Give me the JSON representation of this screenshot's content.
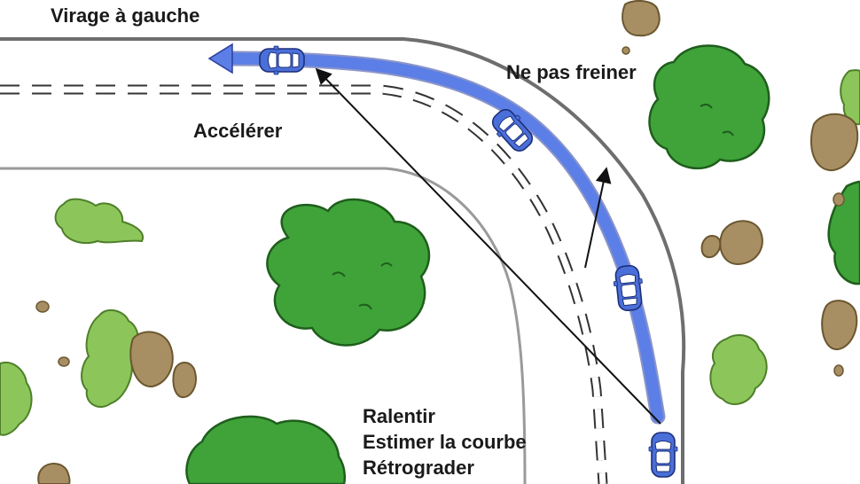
{
  "title": "Virage à gauche",
  "labels": {
    "accelerate": "Accélérer",
    "no_brake": "Ne pas freiner",
    "steps": [
      "Ralentir",
      "Estimer la courbe",
      "Rétrograder"
    ]
  },
  "colors": {
    "road_edge": "#6e6e6e",
    "path": "#5b7fe6",
    "car_body": "#4b6fd8",
    "tree_dark": "#3fa33a",
    "tree_light": "#8cc65a",
    "rock": "#a88f63",
    "arrow": "#111111"
  },
  "icons": [
    "car-icon",
    "tree-icon",
    "bush-icon",
    "rock-icon",
    "arrow-icon"
  ]
}
